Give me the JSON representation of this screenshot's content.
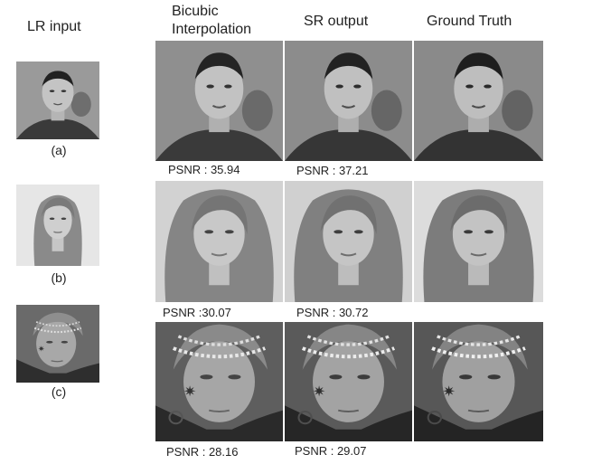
{
  "headers": {
    "lr": "LR input",
    "bicubic_line1": "Bicubic",
    "bicubic_line2": "Interpolation",
    "sr": "SR output",
    "gt": "Ground Truth"
  },
  "rows": [
    {
      "label": "(a)",
      "bicubic_psnr": "PSNR : 35.94",
      "sr_psnr": "PSNR : 37.21"
    },
    {
      "label": "(b)",
      "bicubic_psnr": "PSNR :30.07",
      "sr_psnr": "PSNR : 30.72"
    },
    {
      "label": "(c)",
      "bicubic_psnr": "PSNR : 28.16",
      "sr_psnr": "PSNR : 29.07"
    }
  ]
}
